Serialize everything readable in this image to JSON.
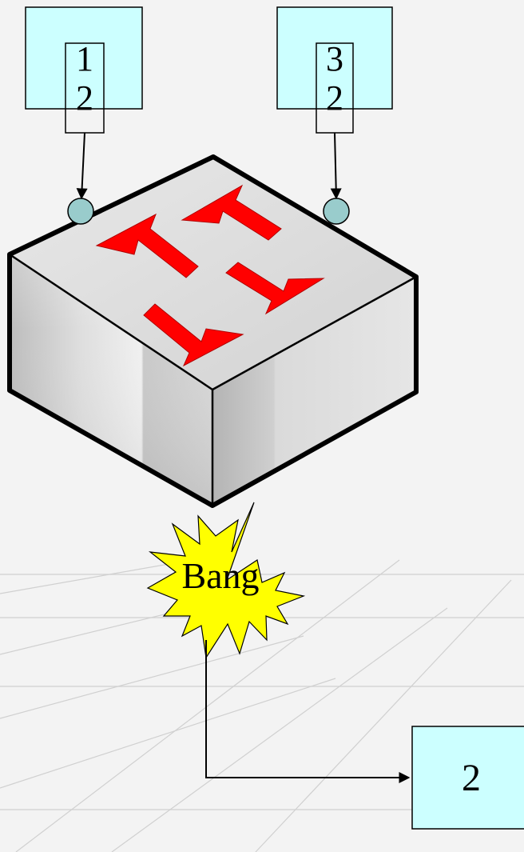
{
  "hosts": {
    "left": {
      "frame_top": "1",
      "frame_bottom": "2"
    },
    "right": {
      "frame_top": "3",
      "frame_bottom": "2"
    },
    "bottom": {
      "label": "2"
    }
  },
  "collision": {
    "label": "Bang"
  },
  "colors": {
    "host_fill": "#ccffff",
    "port_fill": "#99cccc",
    "arrow_red": "#ff0000",
    "burst_yellow": "#ffff00",
    "switch_top": "#dcdcdc",
    "background": "#f3f3f3"
  },
  "icons": {
    "switch": "switch-icon",
    "traffic_arrows": "arrow-icon",
    "burst": "starburst-icon"
  }
}
